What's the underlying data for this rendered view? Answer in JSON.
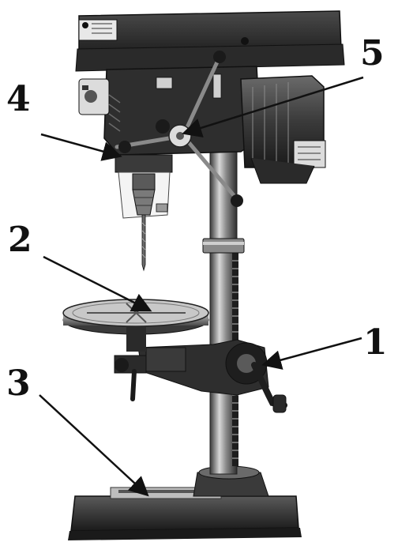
{
  "figure": {
    "subject": "drill-press",
    "callouts": [
      {
        "id": "callout-1",
        "label": "1"
      },
      {
        "id": "callout-2",
        "label": "2"
      },
      {
        "id": "callout-3",
        "label": "3"
      },
      {
        "id": "callout-4",
        "label": "4"
      },
      {
        "id": "callout-5",
        "label": "5"
      }
    ]
  },
  "colors": {
    "ink": "#111111",
    "machine_dark": "#2a2a2a",
    "machine_mid": "#5a5a5a",
    "machine_light": "#9a9a9a",
    "highlight": "#d8d8d8"
  }
}
